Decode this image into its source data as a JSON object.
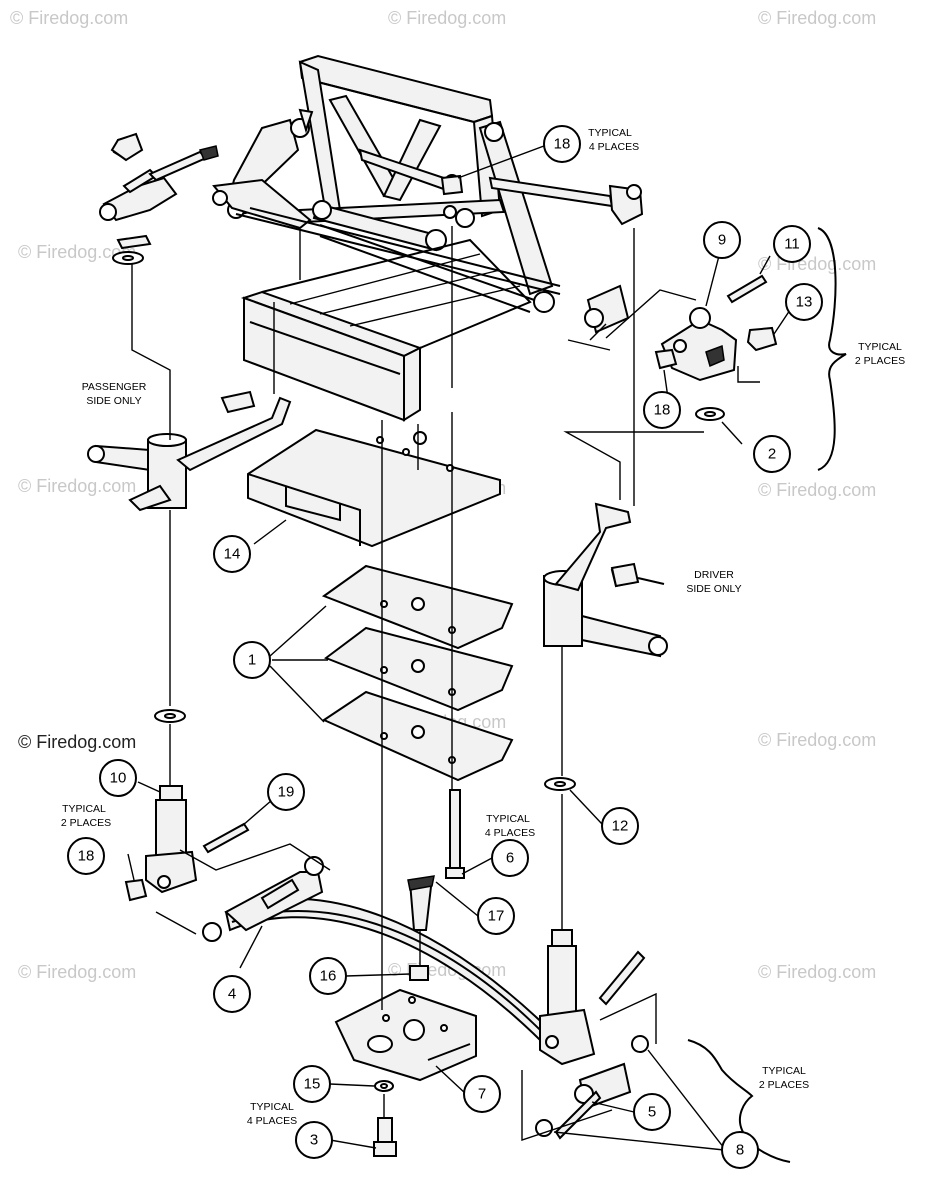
{
  "watermark": {
    "text": "© Firedog.com"
  },
  "callouts": [
    {
      "id": "c1",
      "label": "1"
    },
    {
      "id": "c2",
      "label": "2"
    },
    {
      "id": "c3",
      "label": "3"
    },
    {
      "id": "c4",
      "label": "4"
    },
    {
      "id": "c5",
      "label": "5"
    },
    {
      "id": "c6",
      "label": "6"
    },
    {
      "id": "c7",
      "label": "7"
    },
    {
      "id": "c8",
      "label": "8"
    },
    {
      "id": "c9",
      "label": "9"
    },
    {
      "id": "c10",
      "label": "10"
    },
    {
      "id": "c11",
      "label": "11"
    },
    {
      "id": "c12",
      "label": "12"
    },
    {
      "id": "c13",
      "label": "13"
    },
    {
      "id": "c14",
      "label": "14"
    },
    {
      "id": "c15",
      "label": "15"
    },
    {
      "id": "c16",
      "label": "16"
    },
    {
      "id": "c17",
      "label": "17"
    },
    {
      "id": "c18a",
      "label": "18"
    },
    {
      "id": "c18b",
      "label": "18"
    },
    {
      "id": "c18c",
      "label": "18"
    },
    {
      "id": "c19",
      "label": "19"
    }
  ],
  "notes": {
    "typical_4_places_top": [
      "TYPICAL",
      "4 PLACES"
    ],
    "typical_2_places_right": [
      "TYPICAL",
      "2 PLACES"
    ],
    "passenger_side_only": [
      "PASSENGER",
      "SIDE ONLY"
    ],
    "driver_side_only": [
      "DRIVER",
      "SIDE ONLY"
    ],
    "typical_2_places_left": [
      "TYPICAL",
      "2 PLACES"
    ],
    "typical_4_places_mid": [
      "TYPICAL",
      "4 PLACES"
    ],
    "typical_4_places_bottom": [
      "TYPICAL",
      "4 PLACES"
    ],
    "typical_2_places_bottom_right": [
      "TYPICAL",
      "2 PLACES"
    ]
  }
}
